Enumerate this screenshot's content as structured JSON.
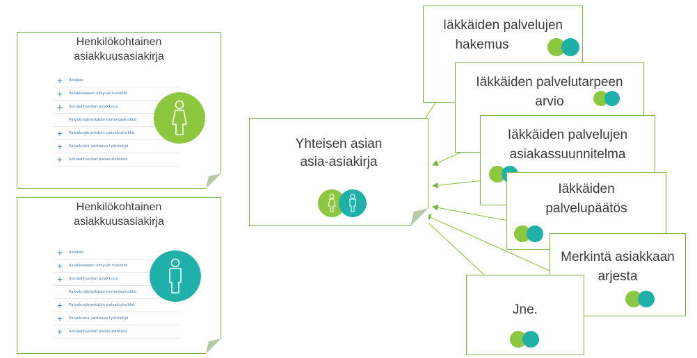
{
  "left_docs": [
    {
      "title_line1": "Henkilökohtainen",
      "title_line2": "asiakkuusasiakirja",
      "rows": [
        "Asiakas",
        "Asiakkaaseen liittyvät henkilöt",
        "Sosiaalihuollon asiakkuus",
        "Palvelunjärjestäjän toimintayksikkö",
        "Palvelunjärjestäjän palveluyksikkö",
        "Palveluista vastaava työntekijä",
        "Sosiaalihuollon palvelutehtävä"
      ],
      "person": "female",
      "person_color": "#8dc63f"
    },
    {
      "title_line1": "Henkilökohtainen",
      "title_line2": "asiakkuusasiakirja",
      "rows": [
        "Asiakas",
        "Asiakkaaseen liittyvät henkilöt",
        "Sosiaalihuollon asiakkuus",
        "Palvelunjärjestäjän toimintayksikkö",
        "Palvelunjärjestäjän palveluyksikkö",
        "Palveluista vastaava työntekijä",
        "Sosiaalihuollon palvelutehtävä"
      ],
      "person": "male",
      "person_color": "#1fb0a9"
    }
  ],
  "center_doc": {
    "line1": "Yhteisen asian",
    "line2": "asia-asiakirja"
  },
  "right_docs": [
    {
      "line1": "Iäkkäiden palvelujen",
      "line2": "hakemus"
    },
    {
      "line1": "Iäkkäiden palvelutarpeen",
      "line2": "arvio"
    },
    {
      "line1": "Iäkkäiden palvelujen",
      "line2": "asiakassuunnitelma"
    },
    {
      "line1": "Iäkkäiden",
      "line2": "palvelupäätös"
    },
    {
      "line1": "Merkintä asiakkaan",
      "line2": "arjesta"
    },
    {
      "line1": "Jne.",
      "line2": ""
    }
  ],
  "colors": {
    "border": "#7cb342",
    "green": "#8dc63f",
    "teal": "#1fb0a9",
    "list_text": "#3a78b5"
  },
  "icons": [
    "female-person-icon",
    "male-person-icon",
    "plus-icon",
    "arrow-icon"
  ]
}
